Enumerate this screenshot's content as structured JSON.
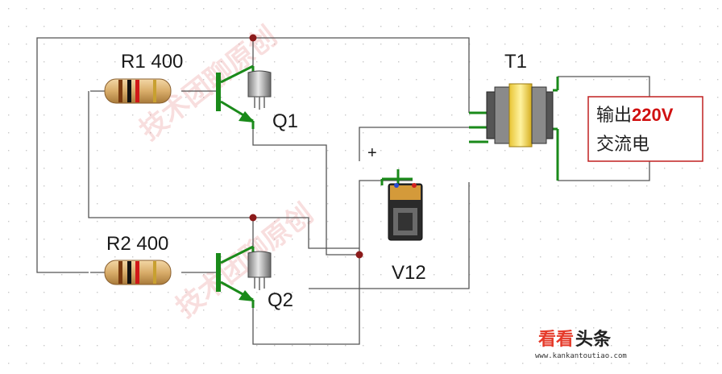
{
  "components": {
    "r1_label": "R1 400",
    "r2_label": "R2 400",
    "q1_label": "Q1",
    "q2_label": "Q2",
    "transformer_label": "T1",
    "battery_label": "V12",
    "battery_plus": "+"
  },
  "output": {
    "text_prefix": "输出",
    "voltage": "220V",
    "text_line2": "交流电"
  },
  "watermark": {
    "text_top": "技术团聊原创",
    "text_bottom": "技术团聊原创"
  },
  "logo": {
    "part1": "看看",
    "part2": "头条",
    "url": "www.kankantoutiao.com"
  },
  "colors": {
    "wire": "#555555",
    "junction": "#8b1a1a",
    "output_highlight": "#d01010",
    "output_border": "#c02020"
  }
}
